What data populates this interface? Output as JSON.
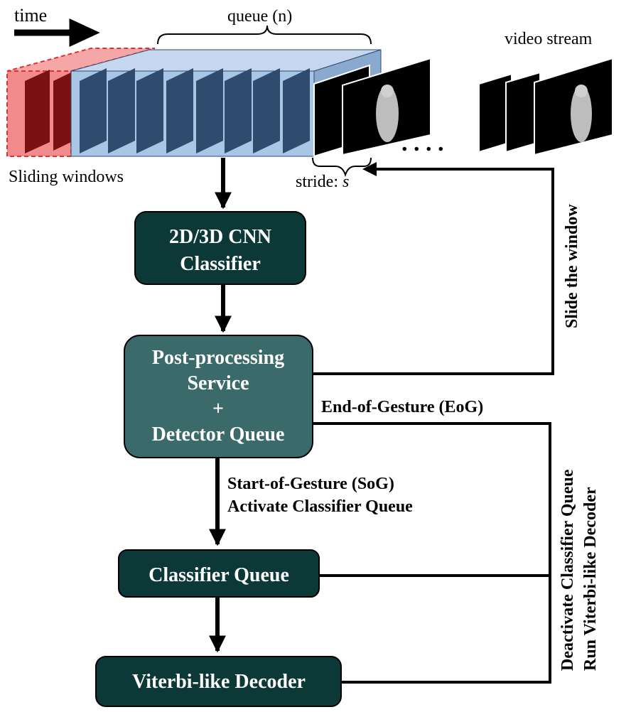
{
  "labels": {
    "time": "time",
    "queue": "queue (n)",
    "video_stream": "video stream",
    "sliding_windows": "Sliding windows",
    "stride_prefix": "stride: ",
    "stride_var": "s",
    "ellipsis": ". . . .",
    "slide_window": "Slide the window",
    "eog": "End-of-Gesture (EoG)",
    "sog_line1": "Start-of-Gesture (SoG)",
    "sog_line2": "Activate Classifier Queue",
    "deactivate_line1": "Deactivate Classifier Queue",
    "deactivate_line2": "Run Viterbi-like Decoder"
  },
  "boxes": {
    "cnn_line1": "2D/3D CNN",
    "cnn_line2": "Classifier",
    "post_line1": "Post-processing",
    "post_line2": "Service",
    "post_line3": "+",
    "post_line4": "Detector Queue",
    "classifier_queue": "Classifier Queue",
    "viterbi": "Viterbi-like Decoder"
  },
  "colors": {
    "dark_box": "#0c3838",
    "mid_box": "#3a6b6a",
    "queue_fill": "#aac6e6",
    "queue_frame": "#2f4b6e",
    "sliding_fill": "#f28c8c",
    "sliding_frame": "#7a1212"
  }
}
